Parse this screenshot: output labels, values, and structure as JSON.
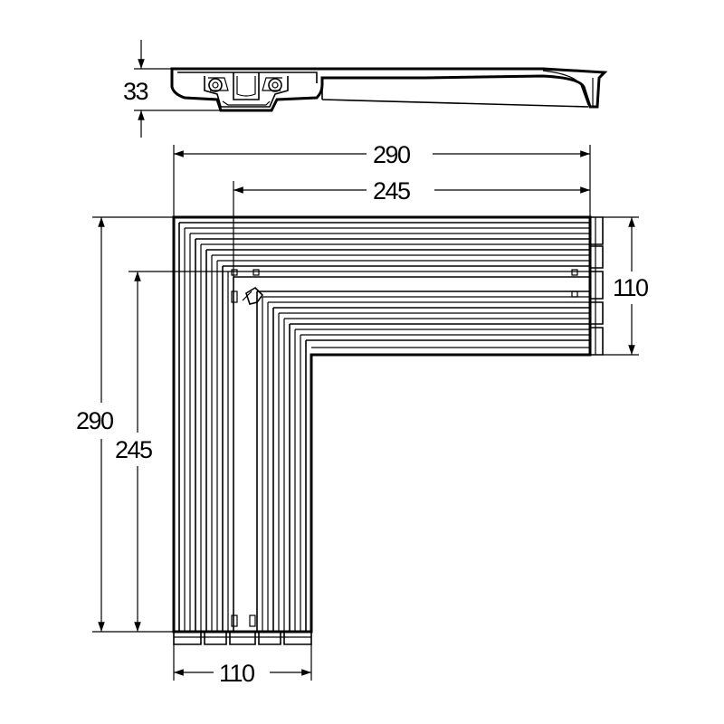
{
  "dimensions": {
    "height_side": "33",
    "top_outer_width": "290",
    "top_inner_width": "245",
    "right_height": "110",
    "left_outer_height": "290",
    "left_inner_height": "245",
    "bottom_width": "110"
  },
  "colors": {
    "stroke": "#000000",
    "background": "#ffffff"
  }
}
